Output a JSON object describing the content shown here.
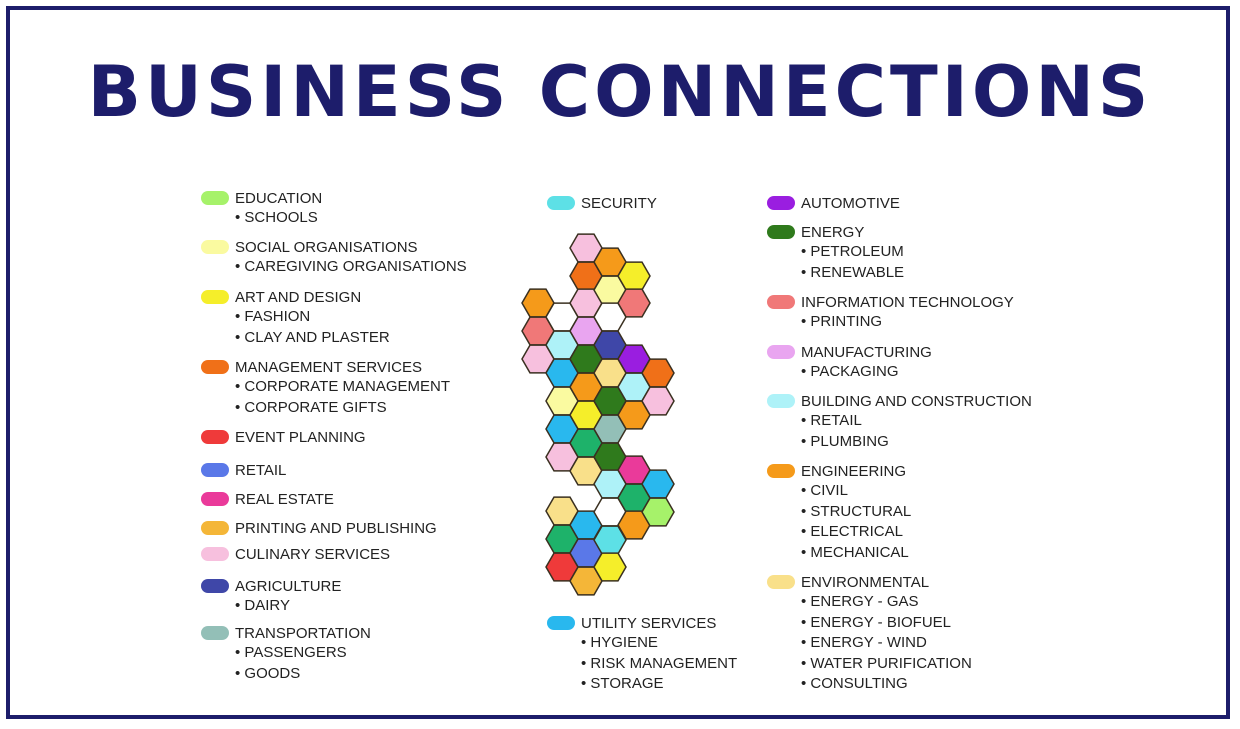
{
  "title": "BUSINESS CONNECTIONS",
  "legend": [
    {
      "label": "EDUCATION",
      "color": "#a6f26a",
      "items": [
        "SCHOOLS"
      ]
    },
    {
      "label": "SOCIAL ORGANISATIONS",
      "color": "#fafaa0",
      "items": [
        "CAREGIVING ORGANISATIONS"
      ]
    },
    {
      "label": "ART AND DESIGN",
      "color": "#f5ee2a",
      "items": [
        "FASHION",
        "CLAY AND PLASTER"
      ]
    },
    {
      "label": "MANAGEMENT SERVICES",
      "color": "#f07018",
      "items": [
        "CORPORATE MANAGEMENT",
        "CORPORATE GIFTS"
      ]
    },
    {
      "label": "EVENT PLANNING",
      "color": "#ef3a3a",
      "items": []
    },
    {
      "label": "RETAIL",
      "color": "#5a78e8",
      "items": []
    },
    {
      "label": "REAL ESTATE",
      "color": "#ea3a9a",
      "items": []
    },
    {
      "label": "PRINTING AND PUBLISHING",
      "color": "#f4b638",
      "items": []
    },
    {
      "label": "CULINARY SERVICES",
      "color": "#f7c0de",
      "items": []
    },
    {
      "label": "AGRICULTURE",
      "color": "#3f47a8",
      "items": [
        "DAIRY"
      ]
    },
    {
      "label": "TRANSPORTATION",
      "color": "#93bfb7",
      "items": [
        "PASSENGERS",
        "GOODS"
      ]
    },
    {
      "label": "SECURITY",
      "color": "#5de0e6",
      "items": []
    },
    {
      "label": "UTILITY SERVICES",
      "color": "#29b8ee",
      "items": [
        "HYGIENE",
        "RISK MANAGEMENT",
        "STORAGE"
      ]
    },
    {
      "label": "AUTOMOTIVE",
      "color": "#9a1ee0",
      "items": []
    },
    {
      "label": "ENERGY",
      "color": "#2f7a1c",
      "items": [
        "PETROLEUM",
        "RENEWABLE"
      ]
    },
    {
      "label": "INFORMATION TECHNOLOGY",
      "color": "#f07878",
      "items": [
        "PRINTING"
      ]
    },
    {
      "label": "MANUFACTURING",
      "color": "#e9a5f0",
      "items": [
        "PACKAGING"
      ]
    },
    {
      "label": "BUILDING AND CONSTRUCTION",
      "color": "#aef2f8",
      "items": [
        "RETAIL",
        "PLUMBING"
      ]
    },
    {
      "label": "ENGINEERING",
      "color": "#f59a1a",
      "items": [
        "CIVIL",
        "STRUCTURAL",
        "ELECTRICAL",
        "MECHANICAL"
      ]
    },
    {
      "label": "ENVIRONMENTAL",
      "color": "#f9e08a",
      "items": [
        "ENERGY - GAS",
        "ENERGY - BIOFUEL",
        "ENERGY - WIND",
        "WATER PURIFICATION",
        "CONSULTING"
      ]
    }
  ],
  "hexes": [
    "#f59a1a",
    "#f07878",
    "#f7c0de",
    "#ffffff",
    "#aef2f8",
    "#29b8ee",
    "#fafaa0",
    "#29b8ee",
    "#f7c0de",
    "#f9e08a",
    "#1eb26a",
    "#ef3a3a",
    "#f7c0de",
    "#f07018",
    "#f7c0de",
    "#e9a5f0",
    "#2f7a1c",
    "#f59a1a",
    "#f5ee2a",
    "#1eb26a",
    "#f9e08a",
    "#29b8ee",
    "#5a78e8",
    "#f4b638",
    "#f59a1a",
    "#fafaa0",
    "#ffffff",
    "#3f47a8",
    "#f9e08a",
    "#2f7a1c",
    "#93bfb7",
    "#2f7a1c",
    "#aef2f8",
    "#ffffff",
    "#5de0e6",
    "#f5ee2a",
    "#f5ee2a",
    "#f07878",
    "#9a1ee0",
    "#aef2f8",
    "#f59a1a",
    "#ea3a9a",
    "#1eb26a",
    "#f59a1a",
    "#f07018",
    "#f7c0de",
    "#29b8ee",
    "#a6f26a"
  ]
}
